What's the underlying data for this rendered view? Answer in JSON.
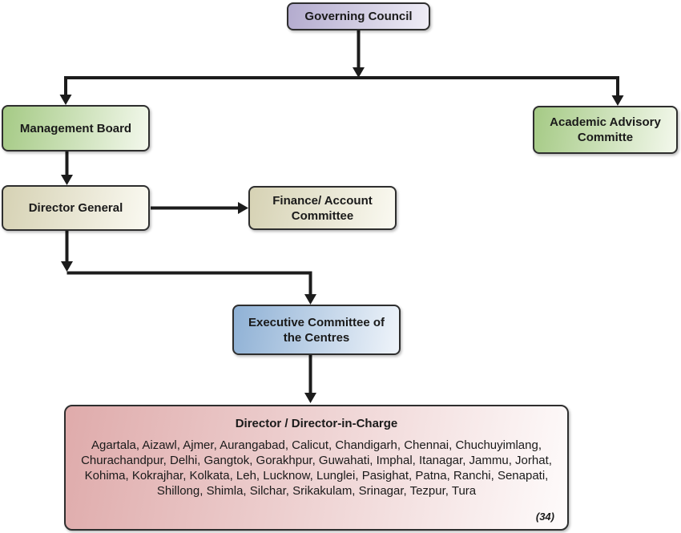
{
  "palette": {
    "line": "#1c1c1c",
    "border": "#2e2e2e",
    "text": "#1a1a1a",
    "governing_start": "#b3abce",
    "governing_end": "#efedf6",
    "green_start": "#a5ca85",
    "green_end": "#f3f8ec",
    "tan_start": "#d6d2b4",
    "tan_end": "#faf9f1",
    "blue_start": "#8fb1d5",
    "blue_end": "#eff4fa",
    "pink_start": "#dfabab",
    "pink_end": "#fefbfb"
  },
  "nodes": {
    "governing_council": {
      "label": "Governing Council"
    },
    "management_board": {
      "label": "Management Board"
    },
    "academic_advisory_committee": {
      "label": "Academic Advisory Committe"
    },
    "director_general": {
      "label": "Director General"
    },
    "finance_account_committee": {
      "label": "Finance/ Account Committee"
    },
    "executive_committee": {
      "label": "Executive Committee of the Centres"
    },
    "directors": {
      "title": "Director / Director-in-Charge",
      "centres": [
        "Agartala",
        "Aizawl",
        "Ajmer",
        "Aurangabad",
        "Calicut",
        "Chandigarh",
        "Chennai",
        "Chuchuyimlang",
        "Churachandpur",
        "Delhi",
        "Gangtok",
        "Gorakhpur",
        "Guwahati",
        "Imphal",
        "Itanagar",
        "Jammu",
        "Jorhat",
        "Kohima",
        "Kokrajhar",
        "Kolkata",
        "Leh",
        "Lucknow",
        "Lunglei",
        "Pasighat",
        "Patna",
        "Ranchi",
        "Senapati",
        "Shillong",
        "Shimla",
        "Silchar",
        "Srikakulam",
        "Srinagar",
        "Tezpur",
        "Tura"
      ],
      "count_label": "(34)"
    }
  }
}
